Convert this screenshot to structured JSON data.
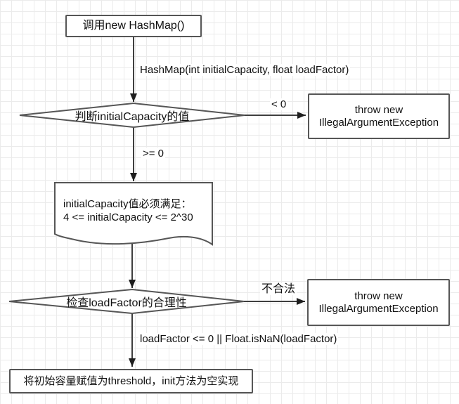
{
  "colors": {
    "stroke": "#565656",
    "connector": "#3f3f3f",
    "arrowhead": "#1e1e1e",
    "text": "#111111",
    "grid_line": "#ebebeb",
    "background": "#ffffff",
    "node_fill": "#ffffff"
  },
  "flowchart": {
    "start": {
      "label": "调用new HashMap()"
    },
    "decision_initial_capacity": {
      "label": "判断initialCapacity的值"
    },
    "document_note": {
      "text": "initialCapacity值必须满足：\n4 <= initialCapacity <= 2^30"
    },
    "decision_load_factor": {
      "label": "检查loadFactor的合理性"
    },
    "throw_exception_1": {
      "text": "throw new\nIllegalArgumentException"
    },
    "throw_exception_2": {
      "text": "throw new\nIllegalArgumentException"
    },
    "end": {
      "label": "将初始容量赋值为threshold，init方法为空实现"
    },
    "edges": {
      "constructor_signature": "HashMap(int initialCapacity, float loadFactor)",
      "less_than_zero": "< 0",
      "greater_equal_zero": ">= 0",
      "invalid": "不合法",
      "load_factor_condition": "loadFactor <= 0 || Float.isNaN(loadFactor)"
    }
  }
}
